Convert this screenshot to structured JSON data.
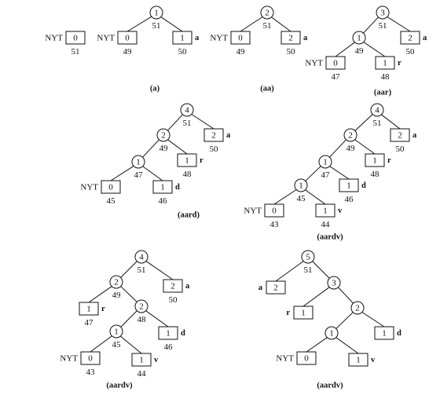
{
  "diagrams": [
    {
      "caption": "",
      "nodes": [
        {
          "id": "nyt",
          "type": "leaf",
          "value": "0",
          "prefix": "NYT",
          "number": "51"
        }
      ],
      "edges": []
    },
    {
      "caption": "(a)",
      "nodes": [
        {
          "id": "r",
          "type": "internal",
          "value": "1",
          "number": "51"
        },
        {
          "id": "nyt",
          "type": "leaf",
          "value": "0",
          "prefix": "NYT",
          "number": "49"
        },
        {
          "id": "a",
          "type": "leaf",
          "value": "1",
          "symbol": "a",
          "number": "50"
        }
      ],
      "edges": [
        [
          "r",
          "nyt"
        ],
        [
          "r",
          "a"
        ]
      ]
    },
    {
      "caption": "(aa)",
      "nodes": [
        {
          "id": "r",
          "type": "internal",
          "value": "2",
          "number": "51"
        },
        {
          "id": "nyt",
          "type": "leaf",
          "value": "0",
          "prefix": "NYT",
          "number": "49"
        },
        {
          "id": "a",
          "type": "leaf",
          "value": "2",
          "symbol": "a",
          "number": "50"
        }
      ],
      "edges": [
        [
          "r",
          "nyt"
        ],
        [
          "r",
          "a"
        ]
      ]
    },
    {
      "caption": "(aar)",
      "nodes": [
        {
          "id": "r",
          "type": "internal",
          "value": "3",
          "number": "51"
        },
        {
          "id": "n1",
          "type": "internal",
          "value": "1",
          "number": "49"
        },
        {
          "id": "a",
          "type": "leaf",
          "value": "2",
          "symbol": "a",
          "number": "50"
        },
        {
          "id": "nyt",
          "type": "leaf",
          "value": "0",
          "prefix": "NYT",
          "number": "47"
        },
        {
          "id": "rr",
          "type": "leaf",
          "value": "1",
          "symbol": "r",
          "number": "48"
        }
      ],
      "edges": [
        [
          "r",
          "n1"
        ],
        [
          "r",
          "a"
        ],
        [
          "n1",
          "nyt"
        ],
        [
          "n1",
          "rr"
        ]
      ]
    },
    {
      "caption": "(aard)",
      "nodes": [
        {
          "id": "r",
          "type": "internal",
          "value": "4",
          "number": "51"
        },
        {
          "id": "n2",
          "type": "internal",
          "value": "2",
          "number": "49"
        },
        {
          "id": "a",
          "type": "leaf",
          "value": "2",
          "symbol": "a",
          "number": "50"
        },
        {
          "id": "n1",
          "type": "internal",
          "value": "1",
          "number": "47"
        },
        {
          "id": "rr",
          "type": "leaf",
          "value": "1",
          "symbol": "r",
          "number": "48"
        },
        {
          "id": "nyt",
          "type": "leaf",
          "value": "0",
          "prefix": "NYT",
          "number": "45"
        },
        {
          "id": "d",
          "type": "leaf",
          "value": "1",
          "symbol": "d",
          "number": "46"
        }
      ],
      "edges": [
        [
          "r",
          "n2"
        ],
        [
          "r",
          "a"
        ],
        [
          "n2",
          "n1"
        ],
        [
          "n2",
          "rr"
        ],
        [
          "n1",
          "nyt"
        ],
        [
          "n1",
          "d"
        ]
      ]
    },
    {
      "caption": "(aardv)",
      "nodes": [
        {
          "id": "r",
          "type": "internal",
          "value": "4",
          "number": "51"
        },
        {
          "id": "n2",
          "type": "internal",
          "value": "2",
          "number": "49"
        },
        {
          "id": "a",
          "type": "leaf",
          "value": "2",
          "symbol": "a",
          "number": "50"
        },
        {
          "id": "n1a",
          "type": "internal",
          "value": "1",
          "number": "47"
        },
        {
          "id": "rr",
          "type": "leaf",
          "value": "1",
          "symbol": "r",
          "number": "48"
        },
        {
          "id": "n1b",
          "type": "internal",
          "value": "1",
          "number": "45"
        },
        {
          "id": "d",
          "type": "leaf",
          "value": "1",
          "symbol": "d",
          "number": "46"
        },
        {
          "id": "nyt",
          "type": "leaf",
          "value": "0",
          "prefix": "NYT",
          "number": "43"
        },
        {
          "id": "v",
          "type": "leaf",
          "value": "1",
          "symbol": "v",
          "number": "44"
        }
      ],
      "edges": [
        [
          "r",
          "n2"
        ],
        [
          "r",
          "a"
        ],
        [
          "n2",
          "n1a"
        ],
        [
          "n2",
          "rr"
        ],
        [
          "n1a",
          "n1b"
        ],
        [
          "n1a",
          "d"
        ],
        [
          "n1b",
          "nyt"
        ],
        [
          "n1b",
          "v"
        ]
      ]
    },
    {
      "caption": "(aardv)",
      "nodes": [
        {
          "id": "r",
          "type": "internal",
          "value": "4",
          "number": "51"
        },
        {
          "id": "n2a",
          "type": "internal",
          "value": "2",
          "number": "49"
        },
        {
          "id": "a",
          "type": "leaf",
          "value": "2",
          "symbol": "a",
          "number": "50"
        },
        {
          "id": "rr",
          "type": "leaf",
          "value": "1",
          "symbol": "r",
          "number": "47"
        },
        {
          "id": "n2b",
          "type": "internal",
          "value": "2",
          "number": "48"
        },
        {
          "id": "n1",
          "type": "internal",
          "value": "1",
          "number": "45"
        },
        {
          "id": "d",
          "type": "leaf",
          "value": "1",
          "symbol": "d",
          "number": "46"
        },
        {
          "id": "nyt",
          "type": "leaf",
          "value": "0",
          "prefix": "NYT",
          "number": "43"
        },
        {
          "id": "v",
          "type": "leaf",
          "value": "1",
          "symbol": "v",
          "number": "44"
        }
      ],
      "edges": [
        [
          "r",
          "n2a"
        ],
        [
          "r",
          "a"
        ],
        [
          "n2a",
          "rr"
        ],
        [
          "n2a",
          "n2b"
        ],
        [
          "n2b",
          "n1"
        ],
        [
          "n2b",
          "d"
        ],
        [
          "n1",
          "nyt"
        ],
        [
          "n1",
          "v"
        ]
      ]
    },
    {
      "caption": "(aardv)",
      "nodes": [
        {
          "id": "r",
          "type": "internal",
          "value": "5",
          "number": "51"
        },
        {
          "id": "a",
          "type": "leaf",
          "value": "2",
          "symbol": "a",
          "symbolSide": "left"
        },
        {
          "id": "n3",
          "type": "internal",
          "value": "3"
        },
        {
          "id": "rr",
          "type": "leaf",
          "value": "1",
          "symbol": "r",
          "symbolSide": "left"
        },
        {
          "id": "n2",
          "type": "internal",
          "value": "2"
        },
        {
          "id": "n1",
          "type": "internal",
          "value": "1"
        },
        {
          "id": "d",
          "type": "leaf",
          "value": "1",
          "symbol": "d"
        },
        {
          "id": "nyt",
          "type": "leaf",
          "value": "0",
          "prefix": "NYT"
        },
        {
          "id": "v",
          "type": "leaf",
          "value": "1",
          "symbol": "v"
        }
      ],
      "edges": [
        [
          "r",
          "a"
        ],
        [
          "r",
          "n3"
        ],
        [
          "n3",
          "rr"
        ],
        [
          "n3",
          "n2"
        ],
        [
          "n2",
          "n1"
        ],
        [
          "n2",
          "d"
        ],
        [
          "n1",
          "nyt"
        ],
        [
          "n1",
          "v"
        ]
      ]
    }
  ]
}
